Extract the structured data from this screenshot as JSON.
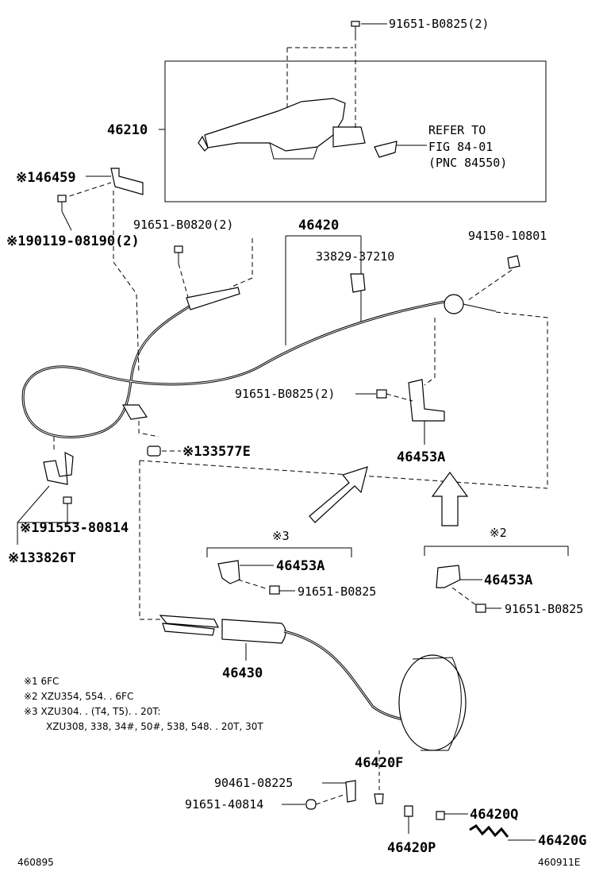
{
  "labels": {
    "bolt_top": "91651-B0825(2)",
    "lever": "46210",
    "refer_1": "REFER TO",
    "refer_2": "FIG 84-01",
    "refer_3": "(PNC 84550)",
    "bracket_46459": "※146459",
    "bolt_90119": "※190119-08190(2)",
    "bolt_b0820": "91651-B0820(2)",
    "cable_front": "46420",
    "clip_33829": "33829-37210",
    "grommet_94150": "94150-10801",
    "bolt_b0825_2": "91651-B0825(2)",
    "bracket_46453a_main": "46453A",
    "clip_33577": "※133577E",
    "bolt_91553": "※191553-80814",
    "bracket_33826": "※133826T",
    "variant_3": "※3",
    "variant_2": "※2",
    "bracket_46453a_v3": "46453A",
    "bolt_b0825_v3": "91651-B0825",
    "bracket_46453a_v2": "46453A",
    "bolt_b0825_v2": "91651-B0825",
    "cable_rear": "46430",
    "note_1": "※1  6FC",
    "note_2": "※2  XZU354, 554. . 6FC",
    "note_3": "※3  XZU304. . (T4, T5). . 20T:",
    "note_3b": "XZU308, 338, 34#, 50#, 538, 548. . 20T, 30T",
    "part_46420f": "46420F",
    "bolt_90461": "90461-08225",
    "bolt_40814": "91651-40814",
    "part_46420q": "46420Q",
    "part_46420p": "46420P",
    "part_46420g": "46420G",
    "code_left": "460895",
    "code_right": "460911E"
  }
}
